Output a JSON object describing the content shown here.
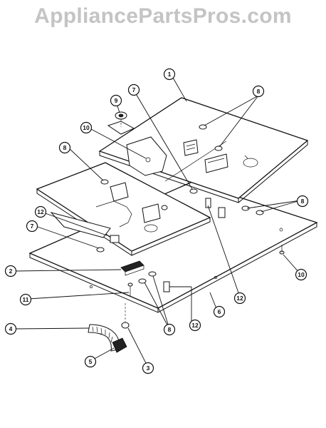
{
  "watermark": {
    "text": "AppliancePartsPros.com"
  },
  "callouts": [
    {
      "id": "c1",
      "label": "1"
    },
    {
      "id": "c8a",
      "label": "8"
    },
    {
      "id": "c7a",
      "label": "7"
    },
    {
      "id": "c9",
      "label": "9"
    },
    {
      "id": "c10a",
      "label": "10"
    },
    {
      "id": "c8b",
      "label": "8"
    },
    {
      "id": "c8c",
      "label": "8"
    },
    {
      "id": "c12a",
      "label": "12"
    },
    {
      "id": "c7b",
      "label": "7"
    },
    {
      "id": "c2",
      "label": "2"
    },
    {
      "id": "c10b",
      "label": "10"
    },
    {
      "id": "c11",
      "label": "11"
    },
    {
      "id": "c12b",
      "label": "12"
    },
    {
      "id": "c12c",
      "label": "12"
    },
    {
      "id": "c6",
      "label": "6"
    },
    {
      "id": "c8d",
      "label": "8"
    },
    {
      "id": "c4",
      "label": "4"
    },
    {
      "id": "c5",
      "label": "5"
    },
    {
      "id": "c3",
      "label": "3"
    }
  ]
}
